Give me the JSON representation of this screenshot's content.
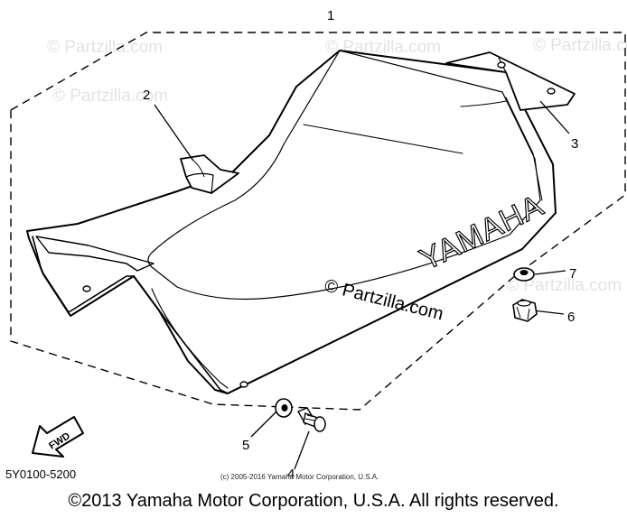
{
  "callouts": {
    "assembly": "1",
    "part2": "2",
    "part3": "3",
    "part4": "4",
    "part5": "5",
    "part6": "6",
    "part7": "7"
  },
  "brand_text": "YAMAHA",
  "fwd_label": "FWD",
  "watermark": {
    "main": "© Partzilla.com",
    "faint": "© Partzilla.com"
  },
  "diagram_code": "5Y0100-5200",
  "small_copyright": "(c) 2005-2016 Yamaha Motor Corporation, U.S.A.",
  "footer_copyright": "©2013 Yamaha Motor Corporation, U.S.A. All rights reserved."
}
